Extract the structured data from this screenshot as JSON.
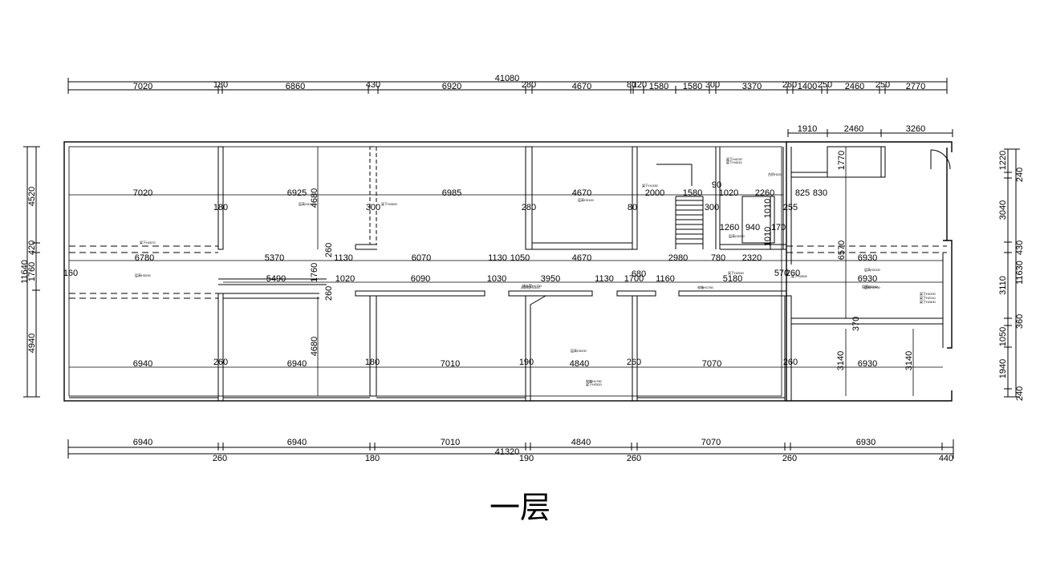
{
  "drawing": {
    "title": "一层"
  },
  "dimensions": {
    "top_total": "41080",
    "top_row": [
      "7020",
      "180",
      "6860",
      "430",
      "6920",
      "280",
      "4670",
      "80",
      "120",
      "1580",
      "1580",
      "300",
      "3370",
      "260",
      "1400",
      "250",
      "2460",
      "250",
      "2770"
    ],
    "top_right_block": [
      "1910",
      "2460",
      "3260"
    ],
    "bottom_total": "41320",
    "bottom_row_upper": [
      "6940",
      "6940",
      "7010",
      "4840",
      "7070",
      "6930"
    ],
    "bottom_row_lower": [
      "260",
      "180",
      "190",
      "260",
      "260",
      "440"
    ],
    "left_total": "11640",
    "left_parts": [
      "4520",
      "420",
      "1760",
      "4940"
    ],
    "right_total": "11630",
    "right_parts": [
      "1220",
      "240",
      "3040",
      "430",
      "3110",
      "360",
      "1050",
      "1940",
      "240"
    ],
    "interior_upper": [
      "7020",
      "180",
      "6925",
      "4680",
      "300",
      "6985",
      "280",
      "4670",
      "80",
      "2000",
      "1580",
      "90",
      "300",
      "1020",
      "2260",
      "1010",
      "255",
      "825",
      "830",
      "1260",
      "940",
      "170",
      "1010",
      "6570",
      "1770"
    ],
    "corridor_upper": [
      "6780",
      "5370",
      "260",
      "1130",
      "6070",
      "1130",
      "1050",
      "4670",
      "2980",
      "780",
      "2320",
      "6930",
      "160"
    ],
    "corridor_lower": [
      "5490",
      "1760",
      "1020",
      "6090",
      "1030",
      "3950",
      "1130",
      "1700",
      "680",
      "1160",
      "5180",
      "570",
      "260",
      "6930",
      "260"
    ],
    "interior_lower": [
      "6940",
      "260",
      "6940",
      "4680",
      "180",
      "7010",
      "190",
      "4840",
      "260",
      "7070",
      "260",
      "3140",
      "6930",
      "3140",
      "370"
    ]
  },
  "annotations": [
    "梁下H2670",
    "层高H3200",
    "梁下H2600",
    "层高H3100",
    "梁下H1330",
    "层高H3100",
    "层高H3100",
    "梁下H2530",
    "层高H3200",
    "消防栓H1400",
    "电箱H1750",
    "梁下H2600",
    "层高H2900",
    "梁下H2200",
    "层高H3100",
    "梁下H2210",
    "电箱H1750",
    "梁下H2520",
    "梁下H4230",
    "梁下H4010",
    "层高H3200",
    "台阶H220",
    "排水管H1750",
    "梁下H2600"
  ]
}
